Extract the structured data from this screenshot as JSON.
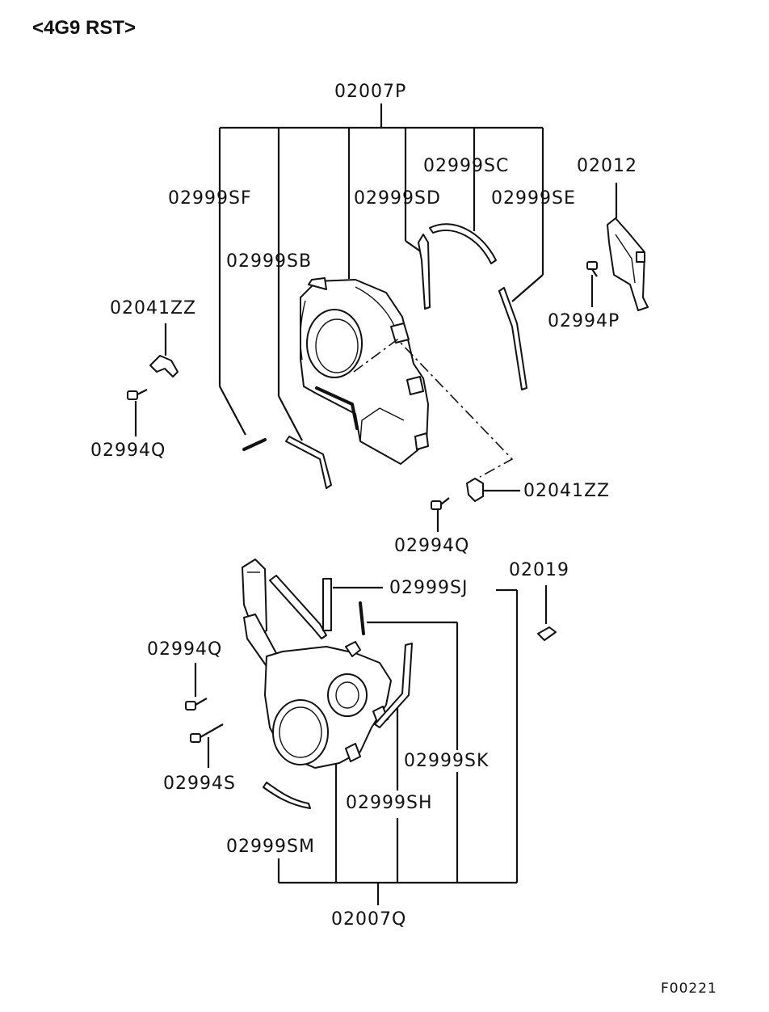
{
  "header": {
    "engine_variant": "<4G9 RST>"
  },
  "labels": {
    "upper_cover_assy": "02007P",
    "seal_sc": "02999SC",
    "bracket_02012": "02012",
    "seal_sf": "02999SF",
    "seal_sd": "02999SD",
    "seal_se": "02999SE",
    "seal_sb": "02999SB",
    "clip_left": "02041ZZ",
    "bolt_02994p": "02994P",
    "bolt_02994q_left": "02994Q",
    "clip_right": "02041ZZ",
    "bolt_02994q_mid": "02994Q",
    "seal_sj": "02999SJ",
    "part_02019": "02019",
    "bolt_02994q_lower": "02994Q",
    "seal_sk": "02999SK",
    "bolt_02994s": "02994S",
    "seal_sh": "02999SH",
    "seal_sm": "02999SM",
    "lower_cover_assy": "02007Q"
  },
  "footer": {
    "figure_code": "F00221"
  }
}
